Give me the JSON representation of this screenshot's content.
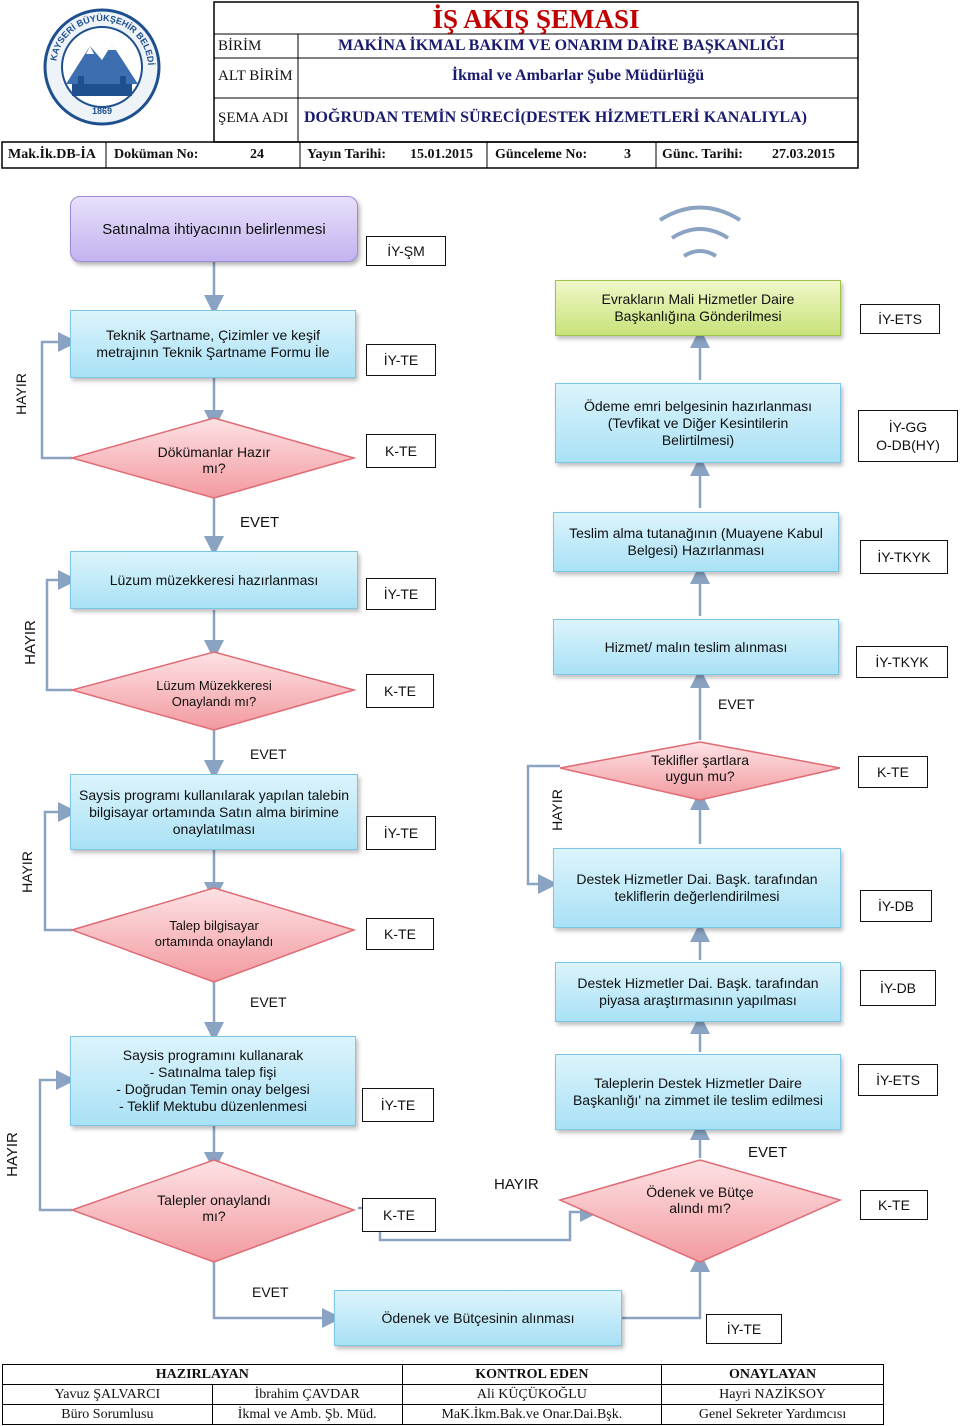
{
  "header": {
    "title": "İŞ AKIŞ ŞEMASI",
    "birim_label": "BİRİM",
    "birim_value": "MAKİNA İKMAL BAKIM VE ONARIM DAİRE BAŞKANLIĞI",
    "alt_birim_label": "ALT BİRİM",
    "alt_birim_value": "İkmal ve Ambarlar Şube Müdürlüğü",
    "sema_adi_label": "ŞEMA ADI",
    "sema_adi_value": "DOĞRUDAN TEMİN SÜRECİ(DESTEK HİZMETLERİ KANALIYLA)",
    "doc_code": "Mak.İk.DB-İA",
    "doc_no_label": "Doküman No:",
    "doc_no_value": "24",
    "yayin_label": "Yayın Tarihi:",
    "yayin_value": "15.01.2015",
    "guncelleme_label": "Günceleme No:",
    "guncelleme_value": "3",
    "gunc_tarih_label": "Günc. Tarihi:",
    "gunc_tarih_value": "27.03.2015",
    "logo_text": "KAYSERİ BÜYÜKŞEHİR BELEDİYESİ",
    "logo_year": "1869"
  },
  "flow_left": {
    "start": "Satınalma ihtiyacının belirlenmesi",
    "start_tag": "İY-ŞM",
    "step1": "Teknik Şartname, Çizimler ve keşif\nmetrajının Teknik Şartname Formu İle",
    "step1_tag": "İY-TE",
    "dec1": "Dökümanlar Hazır\nmı?",
    "dec1_tag": "K-TE",
    "evet1": "EVET",
    "hayir1": "HAYIR",
    "step2": "Lüzum müzekkeresi hazırlanması",
    "step2_tag": "İY-TE",
    "dec2": "Lüzum Müzekkeresi\nOnaylandı mı?",
    "dec2_tag": "K-TE",
    "evet2": "EVET",
    "hayir2": "HAYIR",
    "step3": "Saysis programı kullanılarak yapılan talebin\nbilgisayar ortamında Satın alma birimine\nonaylatılması",
    "step3_tag": "İY-TE",
    "dec3": "Talep bilgisayar\nortamında onaylandı",
    "dec3_tag": "K-TE",
    "evet3": "EVET",
    "hayir3": "HAYIR",
    "step4": "Saysis programını kullanarak\n- Satınalma talep fişi\n- Doğrudan Temin onay belgesi\n- Teklif Mektubu düzenlenmesi",
    "step4_tag": "İY-TE",
    "dec4": "Talepler onaylandı\nmı?",
    "dec4_tag": "K-TE",
    "evet4": "EVET",
    "hayir4": "HAYIR",
    "bottom": "Ödenek ve Bütçesinin alınması",
    "bottom_tag": "İY-TE"
  },
  "flow_right": {
    "r1": "Evrakların Mali Hizmetler Daire\nBaşkanlığına Gönderilmesi",
    "r1_tag": "İY-ETS",
    "r2": "Ödeme emri belgesinin hazırlanması\n(Tevfikat ve  Diğer Kesintilerin\nBelirtilmesi)",
    "r2_tag": "İY-GG\nO-DB(HY)",
    "r3": "Teslim alma tutanağının (Muayene Kabul\nBelgesi) Hazırlanması",
    "r3_tag": "İY-TKYK",
    "r4": "Hizmet/ malın teslim alınması",
    "r4_tag": "İY-TKYK",
    "evet_r4": "EVET",
    "dec_r": "Teklifler şartlara\nuygun mu?",
    "dec_r_tag": "K-TE",
    "hayir_r": "HAYIR",
    "r5": "Destek Hizmetler Dai. Başk. tarafından\ntekliflerin değerlendirilmesi",
    "r5_tag": "İY-DB",
    "r6": "Destek Hizmetler Dai. Başk. tarafından\npiyasa araştırmasının yapılması",
    "r6_tag": "İY-DB",
    "r7": "Taleplerin Destek Hizmetler Daire\nBaşkanlığı' na zimmet ile teslim edilmesi",
    "r7_tag": "İY-ETS",
    "evet_r7": "EVET",
    "dec_r2": "Ödenek ve Bütçe\nalındı mı?",
    "dec_r2_tag": "K-TE"
  },
  "footer": {
    "col1_title": "HAZIRLAYAN",
    "col2_title": "KONTROL EDEN",
    "col3_title": "ONAYLAYAN",
    "p1_name": "Yavuz ŞALVARCI",
    "p1_role": "Büro Sorumlusu",
    "p2_name": "İbrahim ÇAVDAR",
    "p2_role": "İkmal ve Amb. Şb. Müd.",
    "p3_name": "Ali KÜÇÜKOĞLU",
    "p3_role": "MaK.İkm.Bak.ve Onar.Dai.Bşk.",
    "p4_name": "Hayri NAZİKSOY",
    "p4_role": "Genel Sekreter Yardımcısı"
  }
}
